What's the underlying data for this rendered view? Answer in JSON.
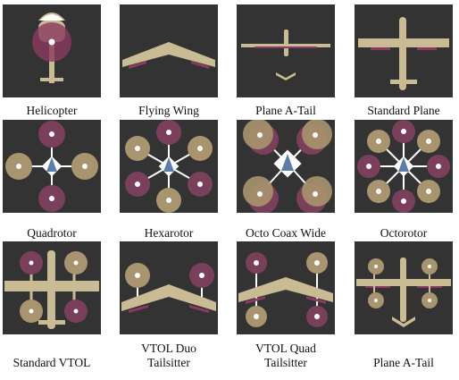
{
  "palette": {
    "panel": "#333333",
    "airframe": "#C9BC95",
    "motor_tan": "#A8946E",
    "motor_maroon": "#7A3F5A",
    "edge_maroon": "#8B3A63",
    "motor_dot": "#FFFFFF",
    "heading_arrow": "#5D7DA8"
  },
  "frames": [
    {
      "id": "helicopter",
      "label": "Helicopter",
      "icon": "helicopter-icon"
    },
    {
      "id": "flying_wing",
      "label": "Flying Wing",
      "icon": "flying-wing-icon"
    },
    {
      "id": "plane_a_tail",
      "label": "Plane A-Tail",
      "icon": "plane-a-tail-icon"
    },
    {
      "id": "standard_plane",
      "label": "Standard Plane",
      "icon": "standard-plane-icon"
    },
    {
      "id": "quadrotor",
      "label": "Quadrotor",
      "icon": "quadrotor-icon"
    },
    {
      "id": "hexarotor",
      "label": "Hexarotor",
      "icon": "hexarotor-icon"
    },
    {
      "id": "octo_coax_wide",
      "label": "Octo Coax Wide",
      "icon": "octo-coax-wide-icon"
    },
    {
      "id": "octorotor",
      "label": "Octorotor",
      "icon": "octorotor-icon"
    },
    {
      "id": "standard_vtol",
      "label": "Standard VTOL",
      "icon": "standard-vtol-icon"
    },
    {
      "id": "vtol_duo_tailsitter",
      "label": "VTOL Duo\nTailsitter",
      "icon": "vtol-duo-tailsitter-icon"
    },
    {
      "id": "vtol_quad_tailsitter",
      "label": "VTOL Quad\nTailsitter",
      "icon": "vtol-quad-tailsitter-icon"
    },
    {
      "id": "plane_a_tail_vtol",
      "label": "Plane A-Tail",
      "icon": "plane-a-tail-vtol-icon"
    }
  ]
}
